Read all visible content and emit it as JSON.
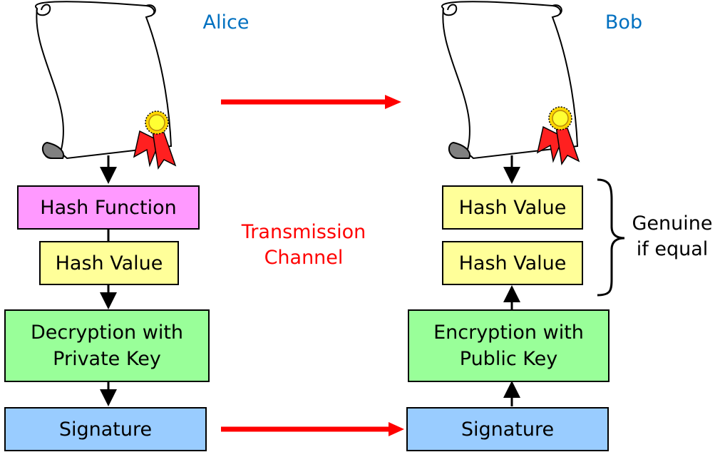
{
  "parties": {
    "sender": "Alice",
    "receiver": "Bob"
  },
  "channel": {
    "label": "Transmission\nChannel"
  },
  "alice": {
    "hash_function": "Hash Function",
    "hash_value": "Hash Value",
    "decryption": "Decryption with\nPrivate Key",
    "signature": "Signature"
  },
  "bob": {
    "hash_value_top": "Hash Value",
    "hash_value_bottom": "Hash Value",
    "encryption": "Encryption with\nPublic Key",
    "signature": "Signature"
  },
  "result": {
    "label": "Genuine\nif equal"
  },
  "colors": {
    "party_label": "#0070c0",
    "channel_label": "#ff0000",
    "arrow_red": "#ff0000",
    "hash_function_fill": "#ff99ff",
    "hash_value_fill": "#ffff99",
    "crypto_fill": "#99ff99",
    "signature_fill": "#99ccff"
  },
  "icons": {
    "document": "scroll-document-icon",
    "seal": "ribbon-seal-icon"
  }
}
